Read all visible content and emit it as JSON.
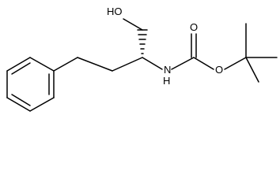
{
  "atoms": {
    "hydroxyl": "HO",
    "amine": "N",
    "amine_hydrogen": "H",
    "carbonyl_oxygen": "O",
    "ester_oxygen": "O"
  }
}
